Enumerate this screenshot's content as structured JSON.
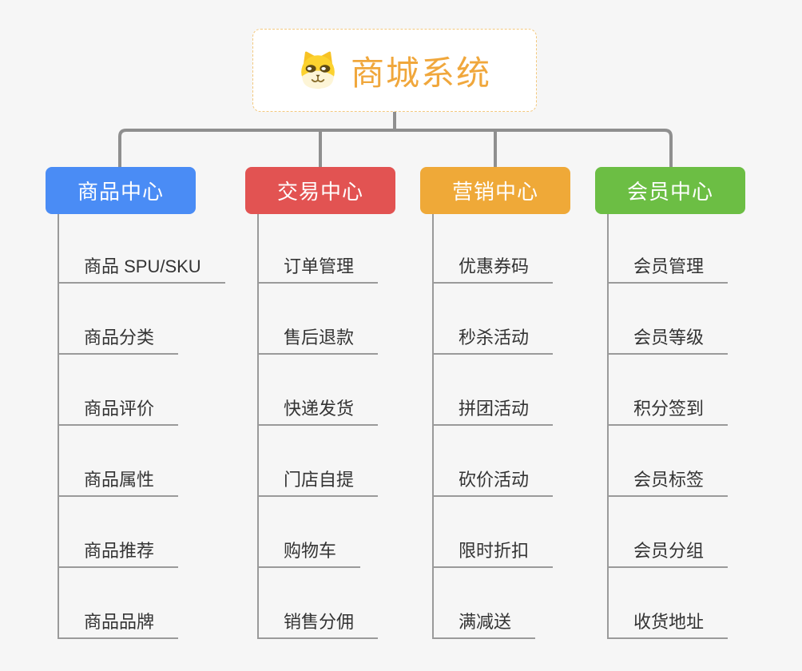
{
  "page": {
    "background": "#F6F6F6"
  },
  "root": {
    "title": "商城系统",
    "icon": "dog-face-icon",
    "title_color": "#F0A73C",
    "border_color": "#F3C87E"
  },
  "connectors": {
    "color": "#8F8F8F"
  },
  "branches": [
    {
      "id": "product-center",
      "label": "商品中心",
      "color": "#4A8CF5",
      "items": [
        "商品 SPU/SKU",
        "商品分类",
        "商品评价",
        "商品属性",
        "商品推荐",
        "商品品牌"
      ]
    },
    {
      "id": "trade-center",
      "label": "交易中心",
      "color": "#E25352",
      "items": [
        "订单管理",
        "售后退款",
        "快递发货",
        "门店自提",
        "购物车",
        "销售分佣"
      ]
    },
    {
      "id": "marketing-center",
      "label": "营销中心",
      "color": "#EFA938",
      "items": [
        "优惠券码",
        "秒杀活动",
        "拼团活动",
        "砍价活动",
        "限时折扣",
        "满减送"
      ]
    },
    {
      "id": "member-center",
      "label": "会员中心",
      "color": "#6CBE44",
      "items": [
        "会员管理",
        "会员等级",
        "积分签到",
        "会员标签",
        "会员分组",
        "收货地址"
      ]
    }
  ]
}
